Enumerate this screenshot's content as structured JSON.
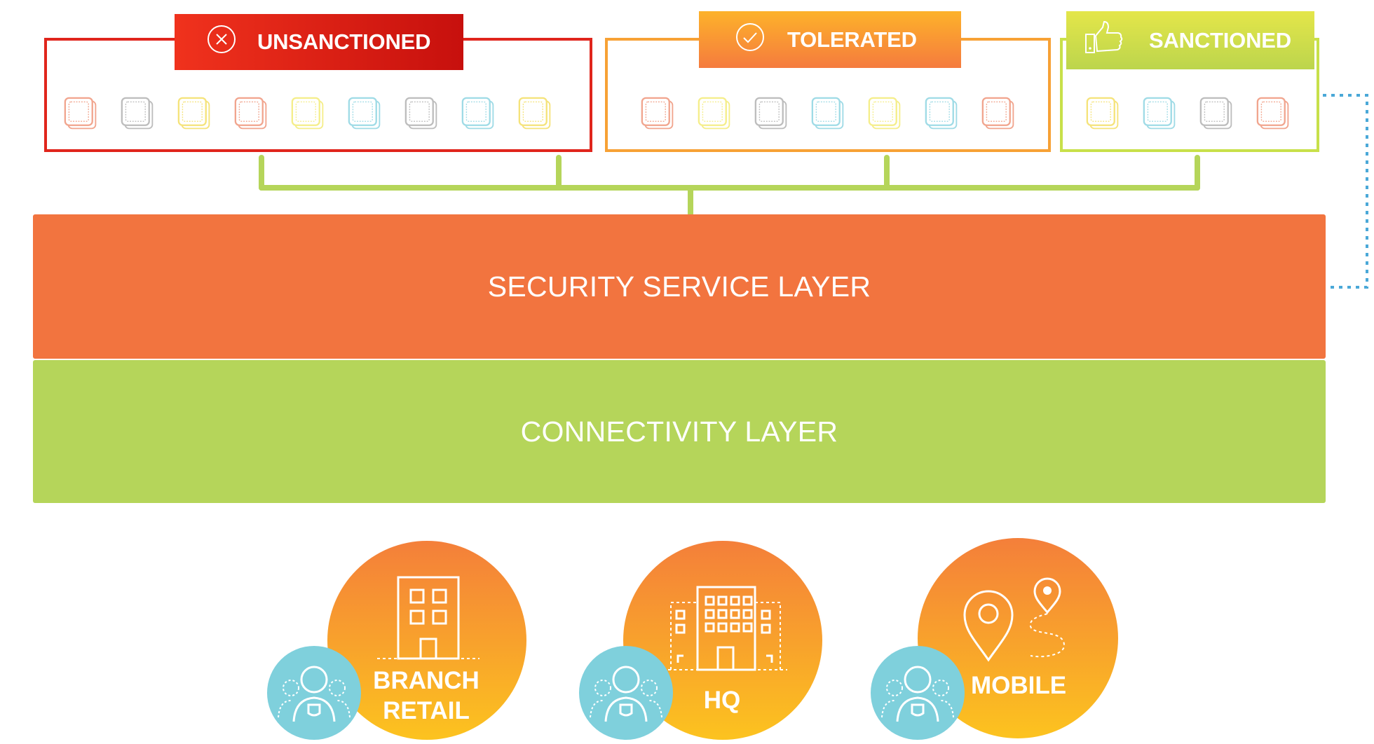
{
  "groups": {
    "unsanctioned": {
      "label": "UNSANCTIONED",
      "icon": "x-circle-icon",
      "border_color": "#e0251c",
      "tab_gradient": [
        "#f0321d",
        "#c7100d"
      ],
      "app_icon_colors": [
        "#f1a58e",
        "#bdbdbd",
        "#f5e37a",
        "#f1a58e",
        "#f5ee8a",
        "#9fdbe6",
        "#bdbdbd",
        "#9fdbe6",
        "#f5e37a"
      ]
    },
    "tolerated": {
      "label": "TOLERATED",
      "icon": "check-circle-icon",
      "border_color": "#f7a135",
      "tab_gradient": [
        "#fdb22a",
        "#f57b3e"
      ],
      "app_icon_colors": [
        "#f1a58e",
        "#f5ee8a",
        "#bdbdbd",
        "#9fdbe6",
        "#f5ee8a",
        "#9fdbe6",
        "#f1a58e"
      ]
    },
    "sanctioned": {
      "label": "SANCTIONED",
      "icon": "thumbs-up-icon",
      "border_color": "#c8e04a",
      "tab_gradient": [
        "#e4e64a",
        "#bcd54c"
      ],
      "app_icon_colors": [
        "#f5e37a",
        "#9fdbe6",
        "#bdbdbd",
        "#f1a58e"
      ]
    }
  },
  "layers": {
    "security": {
      "label": "SECURITY SERVICE LAYER",
      "color": "#f2743f"
    },
    "connectivity": {
      "label": "CONNECTIVITY LAYER",
      "color": "#b5d55a"
    }
  },
  "connector_colors": {
    "bracket": "#b5d55a",
    "dotted": "#4aa8d8"
  },
  "locations": [
    {
      "label_lines": [
        "BRANCH",
        "RETAIL"
      ],
      "icon": "building-icon",
      "user_icon": "user-group-icon"
    },
    {
      "label_lines": [
        "HQ"
      ],
      "icon": "office-building-icon",
      "user_icon": "user-group-icon"
    },
    {
      "label_lines": [
        "MOBILE"
      ],
      "icon": "map-pin-route-icon",
      "user_icon": "user-group-icon"
    }
  ],
  "location_colors": {
    "circle_gradient": [
      "#f47f3a",
      "#fcc31f"
    ],
    "user_circle": "#7fd0dc"
  }
}
